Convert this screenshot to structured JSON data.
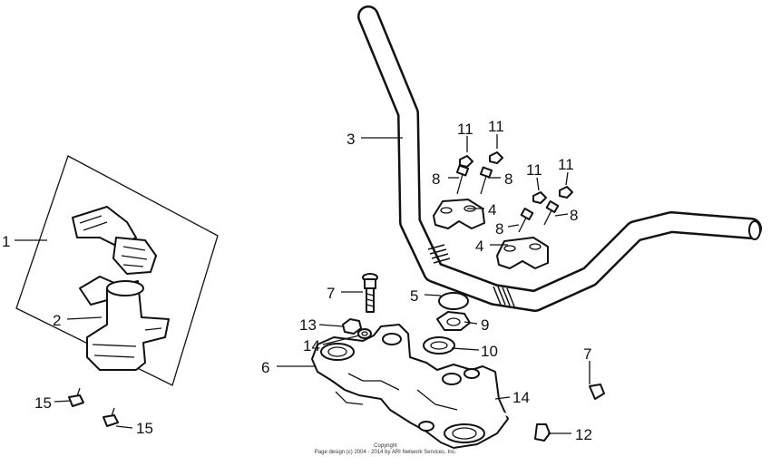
{
  "diagram": {
    "callouts": [
      {
        "id": "c1",
        "label": "1"
      },
      {
        "id": "c2",
        "label": "2"
      },
      {
        "id": "c3",
        "label": "3"
      },
      {
        "id": "c4a",
        "label": "4"
      },
      {
        "id": "c4b",
        "label": "4"
      },
      {
        "id": "c5",
        "label": "5"
      },
      {
        "id": "c6",
        "label": "6"
      },
      {
        "id": "c7a",
        "label": "7"
      },
      {
        "id": "c7b",
        "label": "7"
      },
      {
        "id": "c8a",
        "label": "8"
      },
      {
        "id": "c8b",
        "label": "8"
      },
      {
        "id": "c8c",
        "label": "8"
      },
      {
        "id": "c8d",
        "label": "8"
      },
      {
        "id": "c9",
        "label": "9"
      },
      {
        "id": "c10",
        "label": "10"
      },
      {
        "id": "c11a",
        "label": "11"
      },
      {
        "id": "c11b",
        "label": "11"
      },
      {
        "id": "c11c",
        "label": "11"
      },
      {
        "id": "c11d",
        "label": "11"
      },
      {
        "id": "c12",
        "label": "12"
      },
      {
        "id": "c13",
        "label": "13"
      },
      {
        "id": "c14a",
        "label": "14"
      },
      {
        "id": "c14b",
        "label": "14"
      },
      {
        "id": "c15a",
        "label": "15"
      },
      {
        "id": "c15b",
        "label": "15"
      }
    ],
    "copyright_line1": "Copyright",
    "copyright_line2": "Page design (c) 2004 - 2014 by ARI Network Services, Inc."
  }
}
